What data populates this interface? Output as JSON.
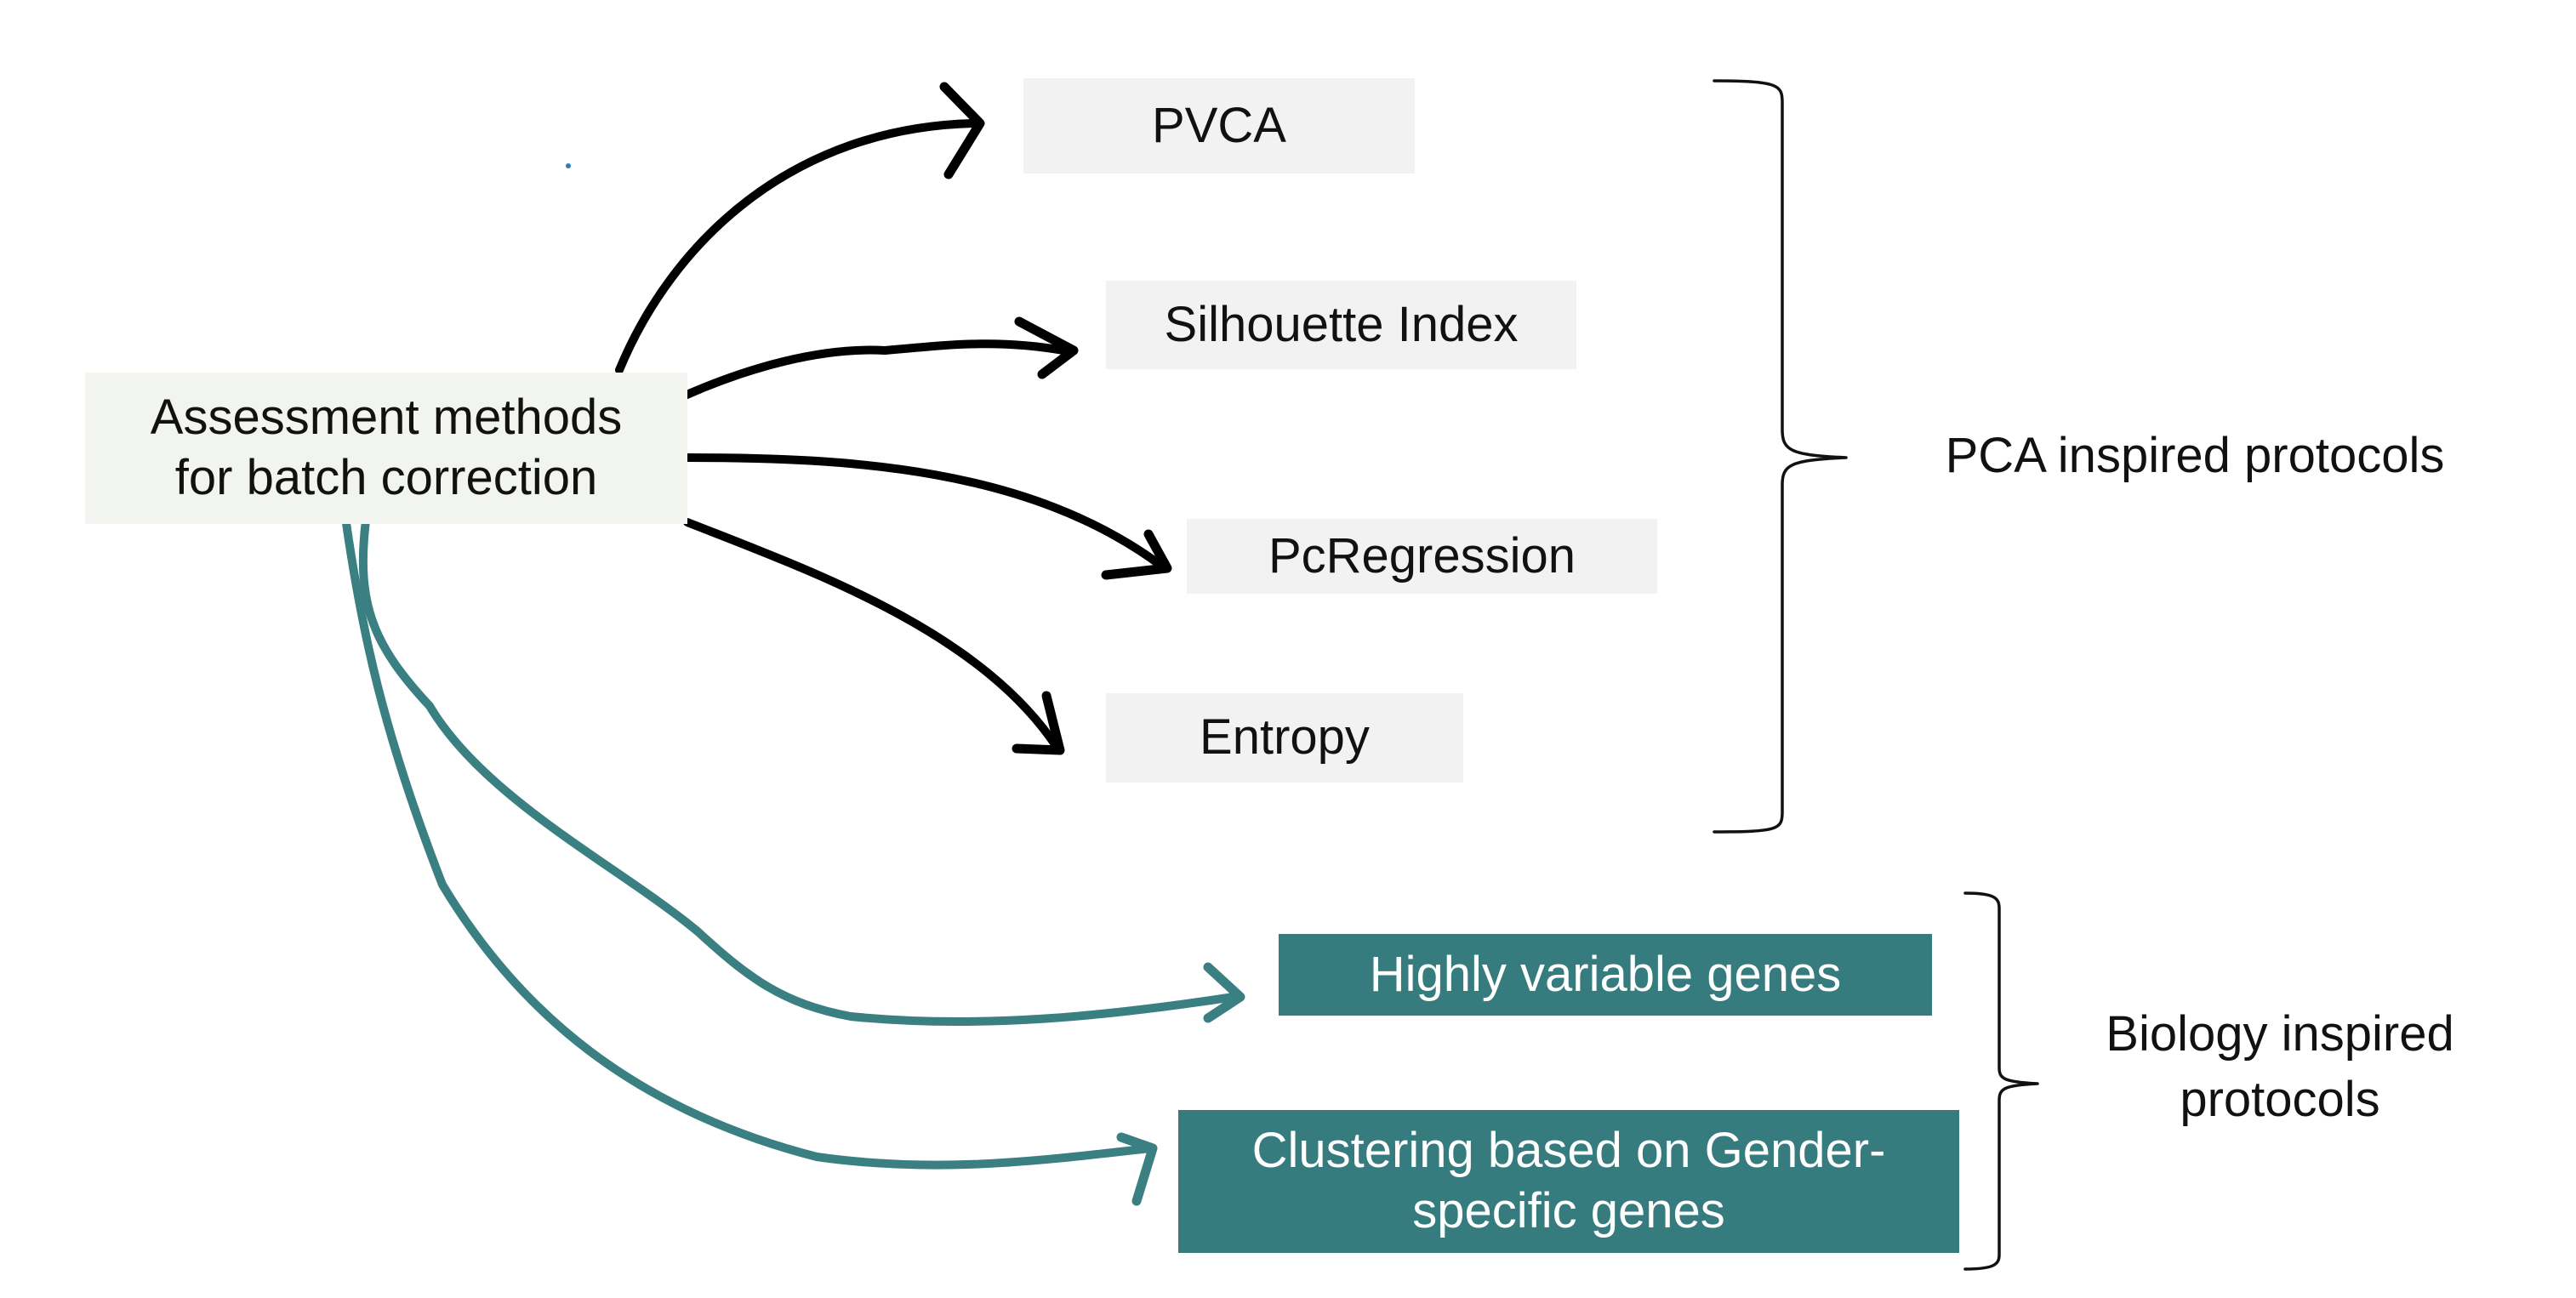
{
  "root": {
    "label_line1": "Assessment methods",
    "label_line2": "for batch correction"
  },
  "pca_methods": [
    {
      "label": "PVCA"
    },
    {
      "label": "Silhouette Index"
    },
    {
      "label": "PcRegression"
    },
    {
      "label": "Entropy"
    }
  ],
  "biology_methods": [
    {
      "label": "Highly variable genes"
    },
    {
      "label": "Clustering based on Gender-specific genes"
    }
  ],
  "groups": {
    "pca_label": "PCA inspired protocols",
    "biology_label_line1": "Biology inspired",
    "biology_label_line2": "protocols"
  },
  "colors": {
    "black_arrows": "#000000",
    "teal_arrows": "#3a7f82",
    "teal_box": "#367c7e",
    "light_box": "#f2f2f2"
  }
}
